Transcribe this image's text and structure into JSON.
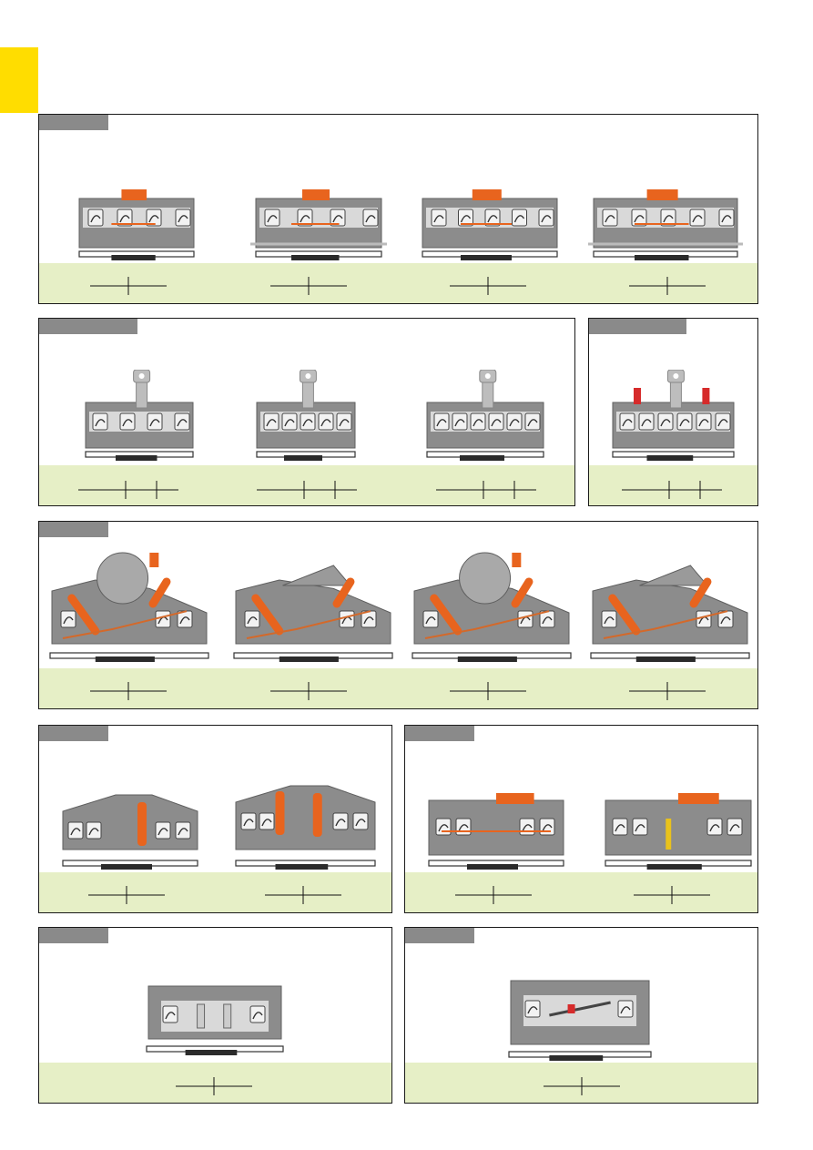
{
  "page": {
    "accent_color": "#ffdd00",
    "band_color": "#e6efc6",
    "tag_color": "#8a8a8a"
  },
  "panels": [
    {
      "id": "p1",
      "tag": "",
      "items": [
        {
          "variant": "lever-2",
          "marks": 1
        },
        {
          "variant": "lever-2-rail",
          "marks": 1
        },
        {
          "variant": "lever-4",
          "marks": 1
        },
        {
          "variant": "lever-4-rail",
          "marks": 1
        }
      ]
    },
    {
      "id": "p2",
      "tag": "",
      "items": [
        {
          "variant": "key-2",
          "marks": 2
        },
        {
          "variant": "key-3",
          "marks": 2
        },
        {
          "variant": "key-4",
          "marks": 2
        }
      ]
    },
    {
      "id": "p3",
      "tag": "",
      "items": [
        {
          "variant": "key-red",
          "marks": 2
        }
      ]
    },
    {
      "id": "p4",
      "tag": "",
      "items": [
        {
          "variant": "rot-knob",
          "marks": 1
        },
        {
          "variant": "rot-plain",
          "marks": 1
        },
        {
          "variant": "rot-knob",
          "marks": 1
        },
        {
          "variant": "rot-plain",
          "marks": 1
        }
      ]
    },
    {
      "id": "p5",
      "tag": "",
      "items": [
        {
          "variant": "fuse-1",
          "marks": 1
        },
        {
          "variant": "fuse-2",
          "marks": 1
        }
      ]
    },
    {
      "id": "p6",
      "tag": "",
      "items": [
        {
          "variant": "test-orange",
          "marks": 1
        },
        {
          "variant": "test-yellow",
          "marks": 1
        }
      ]
    },
    {
      "id": "p7",
      "tag": "",
      "items": [
        {
          "variant": "diode",
          "marks": 1
        }
      ]
    },
    {
      "id": "p8",
      "tag": "",
      "items": [
        {
          "variant": "component",
          "marks": 1
        }
      ]
    }
  ]
}
